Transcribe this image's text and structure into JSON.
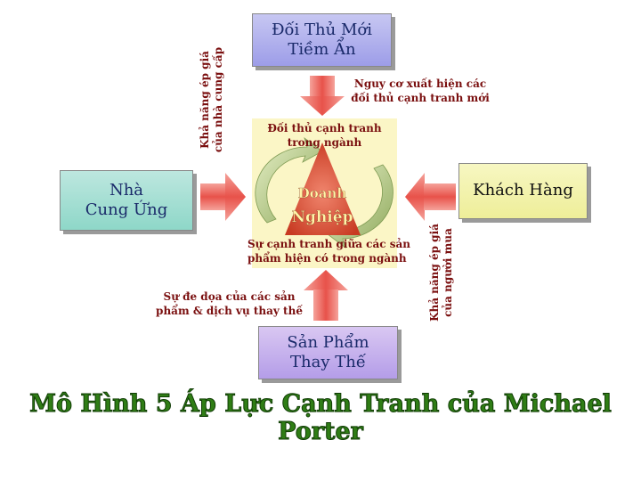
{
  "boxes": {
    "new_entrants": "Đối Thủ Mới\nTiềm Ẩn",
    "suppliers": "Nhà\nCung Ứng",
    "customers": "Khách Hàng",
    "substitutes": "Sản Phẩm\nThay Thế"
  },
  "labels": {
    "supplier_power": "Khả năng ép giá\ncủa nhà cung cấp",
    "entrant_threat": "Nguy cơ xuất hiện các\nđối thủ cạnh tranh mới",
    "industry_rivals": "Đối thủ cạnh tranh\ntrong ngành",
    "rivalry": "Sự cạnh tranh giữa các sản\nphẩm hiện có trong ngành",
    "substitute_threat": "Sự đe dọa của các sản\nphẩm & dịch vụ thay thế",
    "buyer_power": "Khả năng ép giá\ncủa người mua"
  },
  "center": {
    "line1": "Doanh",
    "line2": "Nghiệp"
  },
  "title": "Mô Hình 5 Áp Lực Cạnh Tranh của Michael Porter",
  "colors": {
    "arrow": "#e8524a",
    "label": "#7a0f0f",
    "title_green": "#2f7d15",
    "triangle": "#e04b32"
  }
}
